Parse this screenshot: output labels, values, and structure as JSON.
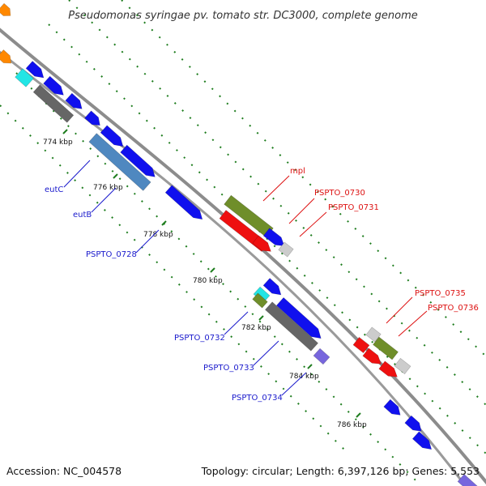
{
  "title": "Pseudomonas syringae pv. tomato str. DC3000, complete genome",
  "accession": "Accession: NC_004578",
  "topology": "Topology: circular; Length: 6,397,126 bp; Genes: 5,553",
  "ticks": [
    "774 kbp",
    "776 kbp",
    "778 kbp",
    "780 kbp",
    "782 kbp",
    "784 kbp",
    "786 kbp"
  ],
  "gene_labels": {
    "eutC": "eutC",
    "eutB": "eutB",
    "PSPTO_0728": "PSPTO_0728",
    "mpl": "mpl",
    "PSPTO_0730": "PSPTO_0730",
    "PSPTO_0731": "PSPTO_0731",
    "PSPTO_0732": "PSPTO_0732",
    "PSPTO_0733": "PSPTO_0733",
    "PSPTO_0734": "PSPTO_0734",
    "PSPTO_0735": "PSPTO_0735",
    "PSPTO_0736": "PSPTO_0736"
  },
  "colors": {
    "backbone": "#8c8c8c",
    "dotted_track": "#1e7d1e",
    "label_blue": "#1a1acc",
    "label_red": "#dd1111",
    "blue": "#1010ee",
    "red": "#ee1010",
    "olive": "#6f8e2a",
    "grey": "#666666",
    "lightgrey": "#cccccc",
    "cyan": "#22e5e5",
    "orange": "#ff8800",
    "steel": "#4f88c0",
    "lavender": "#7766dd"
  }
}
